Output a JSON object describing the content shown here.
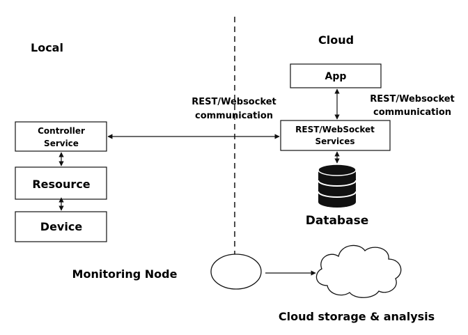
{
  "regions": {
    "local_label": "Local",
    "cloud_label": "Cloud"
  },
  "boxes": {
    "controller_service": [
      "Controller",
      "Service"
    ],
    "resource": "Resource",
    "device": "Device",
    "app": "App",
    "rest_services": [
      "REST/WebSocket",
      "Services"
    ]
  },
  "labels": {
    "rest_comm_left": [
      "REST/Websocket",
      "communication"
    ],
    "rest_comm_right": [
      "REST/Websocket",
      "communication"
    ],
    "database": "Database",
    "monitoring_node": "Monitoring Node",
    "cloud_storage": "Cloud storage & analysis"
  },
  "colors": {
    "stroke": "#111111",
    "database_fill": "#111111",
    "background": "#ffffff"
  },
  "icons": {
    "database": "database-cylinder-icon",
    "cloud": "cloud-icon"
  }
}
